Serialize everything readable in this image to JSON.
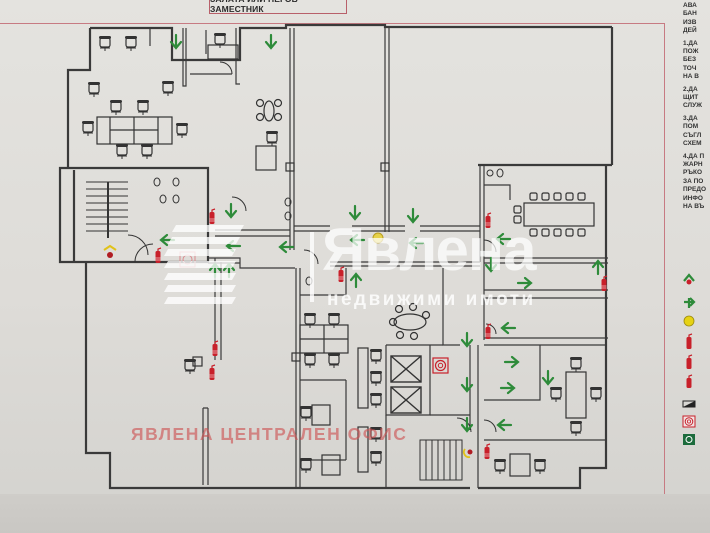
{
  "header": {
    "title_box_text": "ЗАЛАТА ИЛИ НЕГОВ ЗАМЕСТНИК"
  },
  "legend": {
    "text_lines": [
      [
        "АВА",
        "БАН",
        "ИЗВ",
        "ДЕЙ"
      ],
      [
        "1.ДА",
        "ПОЖ",
        "БЕЗ",
        "ТОЧ",
        "НА В"
      ],
      [
        "2.ДА",
        "ЩИТ",
        "СЛУЖ"
      ],
      [
        "3.ДА",
        "ПОМ",
        "СЪГЛ",
        "СХЕМ"
      ],
      [
        "4.ДА П",
        "ЖАРН",
        "РЪКО",
        "ЗА ПО",
        "ПРЕДО",
        "ИНФО",
        "НА ВЪ"
      ]
    ],
    "icons": [
      {
        "name": "you-are-here-icon",
        "color": "#2e8b3a"
      },
      {
        "name": "evacuation-arrow-icon",
        "color": "#2e8b3a"
      },
      {
        "name": "fire-alarm-button-icon",
        "color": "#e0c21a"
      },
      {
        "name": "fire-extinguisher-icon",
        "color": "#c8202a"
      },
      {
        "name": "fire-extinguisher-co2-icon",
        "color": "#c8202a"
      },
      {
        "name": "fire-extinguisher-small-icon",
        "color": "#c8202a"
      },
      {
        "name": "fire-blanket-icon",
        "color": "#222222"
      },
      {
        "name": "fire-hose-reel-icon",
        "color": "#c8202a"
      },
      {
        "name": "first-aid-icon",
        "color": "#1c6b3c"
      }
    ]
  },
  "watermark": {
    "brand": "Явлена",
    "subtitle": "недвижими имоти",
    "office_label": "ЯВЛЕНА ЦЕНТРАЛЕН ОФИС"
  },
  "colors": {
    "wall": "#3a3a3a",
    "arrow_green": "#2e8b3a",
    "extinguisher_red": "#c8202a",
    "frame_red": "#c77a82",
    "paper": "#e2e1dd"
  }
}
